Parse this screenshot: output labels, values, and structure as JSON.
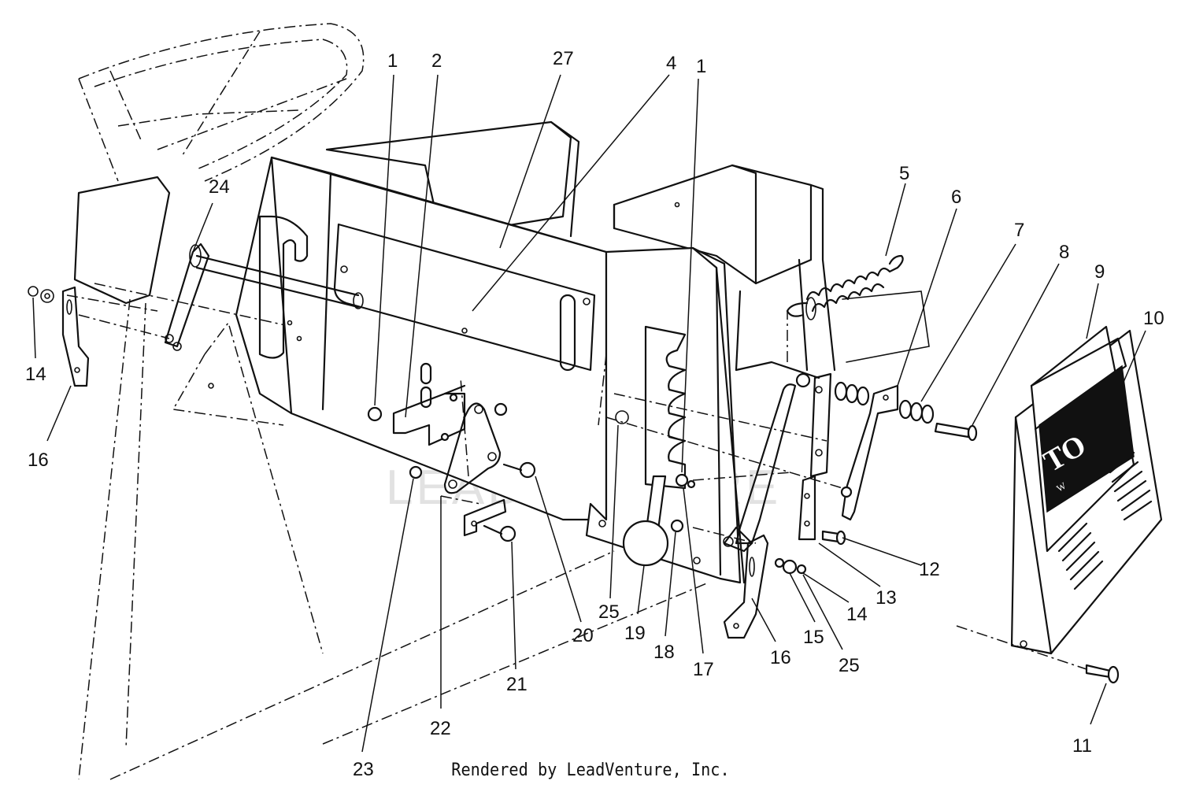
{
  "watermark": "LEADVENTURE",
  "credit": "Rendered by LeadVenture, Inc.",
  "badge_text": "TO",
  "badge_sub": "W",
  "callouts": [
    {
      "id": "c1a",
      "text": "1"
    },
    {
      "id": "c2",
      "text": "2"
    },
    {
      "id": "c27",
      "text": "27"
    },
    {
      "id": "c4",
      "text": "4"
    },
    {
      "id": "c1b",
      "text": "1"
    },
    {
      "id": "c24",
      "text": "24"
    },
    {
      "id": "c5",
      "text": "5"
    },
    {
      "id": "c6",
      "text": "6"
    },
    {
      "id": "c7",
      "text": "7"
    },
    {
      "id": "c8",
      "text": "8"
    },
    {
      "id": "c9",
      "text": "9"
    },
    {
      "id": "c10",
      "text": "10"
    },
    {
      "id": "c14a",
      "text": "14"
    },
    {
      "id": "c16a",
      "text": "16"
    },
    {
      "id": "c12",
      "text": "12"
    },
    {
      "id": "c13",
      "text": "13"
    },
    {
      "id": "c14b",
      "text": "14"
    },
    {
      "id": "c25a",
      "text": "25"
    },
    {
      "id": "c19",
      "text": "19"
    },
    {
      "id": "c20",
      "text": "20"
    },
    {
      "id": "c18",
      "text": "18"
    },
    {
      "id": "c17",
      "text": "17"
    },
    {
      "id": "c16b",
      "text": "16"
    },
    {
      "id": "c15",
      "text": "15"
    },
    {
      "id": "c25b",
      "text": "25"
    },
    {
      "id": "c21",
      "text": "21"
    },
    {
      "id": "c22",
      "text": "22"
    },
    {
      "id": "c23",
      "text": "23"
    },
    {
      "id": "c11",
      "text": "11"
    }
  ]
}
